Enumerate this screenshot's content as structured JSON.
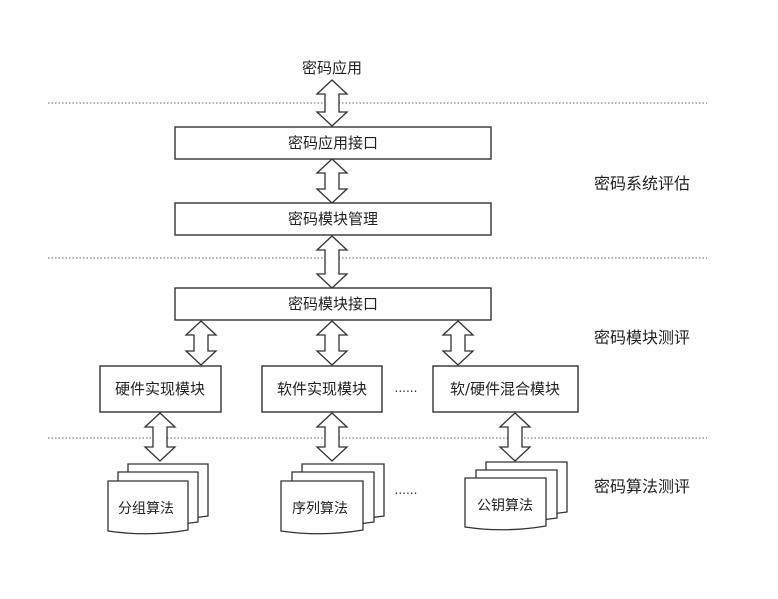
{
  "top_label": "密码应用",
  "boxes": {
    "app_interface": "密码应用接口",
    "module_mgmt": "密码模块管理",
    "module_interface": "密码模块接口",
    "hw_module": "硬件实现模块",
    "sw_module": "软件实现模块",
    "hybrid_module": "软/硬件混合模块"
  },
  "algorithms": {
    "group": "分组算法",
    "sequence": "序列算法",
    "public_key": "公钥算法"
  },
  "side_labels": {
    "system": "密码系统评估",
    "module": "密码模块测评",
    "algorithm": "密码算法测评"
  },
  "ellipsis": {
    "modules": "......",
    "algorithms": "......"
  }
}
